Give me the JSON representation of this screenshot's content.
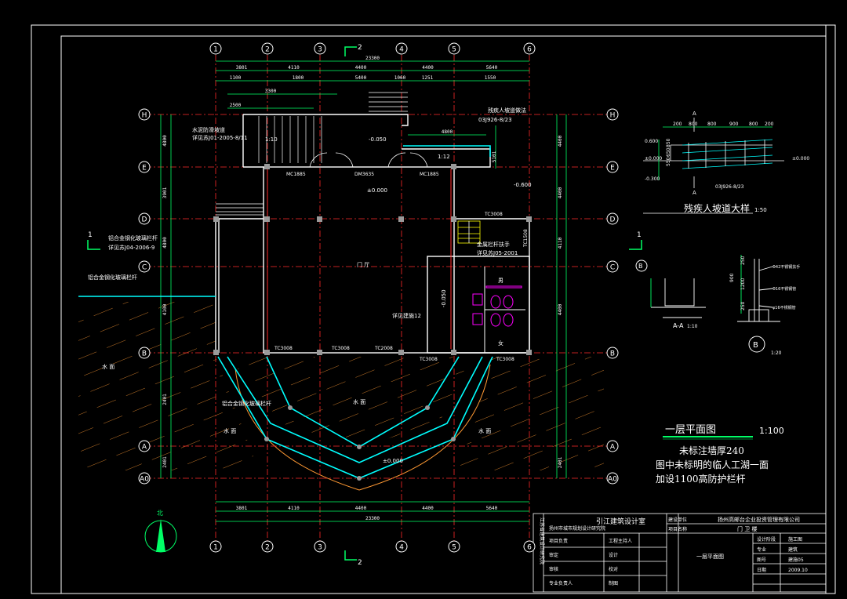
{
  "colors": {
    "background": "#000000",
    "axis": "#ff2a2a",
    "wall": "#ffffff",
    "dimension": "#00ff66",
    "text": "#ffffff",
    "glass": "#00ffff",
    "water_hatch": "#ff9933",
    "fixtures": "#ff00ff",
    "column": "#9a9a9a",
    "yellow": "#ffff00"
  },
  "grid": {
    "columns": [
      "1",
      "2",
      "3",
      "4",
      "5",
      "6"
    ],
    "rows": [
      "H",
      "E",
      "D",
      "C",
      "B",
      "A",
      "A0"
    ]
  },
  "dimensions": {
    "overall": "23300",
    "top_row1": [
      "3801",
      "4110",
      "4400",
      "4400",
      "5640"
    ],
    "top_row2": [
      "1100",
      "1800",
      "5400",
      "1060",
      "1251",
      "1550"
    ],
    "left_col": [
      "4800",
      "3901",
      "4800",
      "4100",
      "2401",
      "2401"
    ],
    "right_col": [
      "4400",
      "4400",
      "4110",
      "4400",
      "2401"
    ],
    "bottom_row": [
      "3801",
      "4110",
      "4400",
      "4400",
      "5640"
    ],
    "step_dims": [
      "3300",
      "2500",
      "4800",
      "5101"
    ]
  },
  "plan_labels": {
    "hall": "门 厅",
    "water_left": "水 面",
    "water_center": "水 面",
    "water_right": "水 面",
    "water_lower_left": "水 面",
    "elev_upper": "-0.050",
    "elev_hall": "±0.000",
    "elev_right": "-0.600",
    "elev_wc": "-0.050",
    "elev_bottom": "±0.000",
    "door_1": "MC1885",
    "door_2": "DM3635",
    "door_3": "MC1885",
    "window_top": "TC3008",
    "window_b1": "TC3008",
    "window_b2": "TC3008",
    "window_b3": "TC2008",
    "window_b4": "TC3008",
    "window_side": "TC1508",
    "ramp_slope_1": "1:10",
    "ramp_slope_2": "1:12",
    "note_ramp": "残疾人坡道做法",
    "note_ramp_ref": "03J926-8/23",
    "note_stair": "水泥防滑坡道",
    "note_stair_ref": "详见苏J01-2005-8/11",
    "note_rail": "铝合金钢化玻璃栏杆",
    "note_rail_ref": "详见苏J04-2006-9",
    "note_rail2": "铝合金钢化玻璃栏杆",
    "note_rail3": "铝合金钢化玻璃栏杆",
    "note_stair2": "金属栏杆扶手",
    "note_stair2_ref": "详见苏J05-2001",
    "note_wc": "详见建施12",
    "wc_male": "男",
    "wc_female": "女",
    "section_mark": "1",
    "section_mark_top": "2",
    "section_mark_bottom": "2",
    "north": "北"
  },
  "detail": {
    "title": "残疾人坡道大样",
    "title_scale": "1:50",
    "dims": [
      "200",
      "800",
      "800",
      "900",
      "800",
      "200"
    ],
    "elev_a": "0.600",
    "elev_b": "±0.000",
    "elev_c": "-0.300",
    "elev_d": "±0.000",
    "heights": [
      "850",
      "650",
      "550"
    ],
    "ref": "03J926-8/23",
    "section_title": "A-A",
    "section_scale": "1:10",
    "section_b_scale": "1:20",
    "section_b_dims": [
      "250",
      "1200",
      "250"
    ],
    "section_b_total": "900",
    "b_labels": [
      "Φ42不锈钢扶手",
      "Φ16不锈钢管",
      "φ16不锈钢管"
    ],
    "marker_a": "A",
    "marker_b": "B"
  },
  "title_block_plan": {
    "title": "一层平面图",
    "scale": "1:100"
  },
  "notes": [
    "未标注墙厚240",
    "图中未标明的临人工湖一面",
    "加设1100高防护栏杆"
  ],
  "title_block": {
    "vertical_text": "江苏省建筑设计研究院",
    "institute_1": "扬州市城市规划设计研究院",
    "institute_2": "引江建筑设计室",
    "rows_left": [
      "项目负责",
      "审定",
      "审核",
      "专业负责人"
    ],
    "rows_mid": [
      "工程主持人",
      "设计",
      "校对",
      "制图"
    ],
    "client_label": "建设单位",
    "project_label": "项目名称",
    "client": "扬州高邮台企业投资管理有限公司",
    "project": "门 卫 楼",
    "drawing": "一层平面图",
    "field_labels": [
      "设计阶段",
      "专业",
      "图号",
      "日期"
    ],
    "field_values": [
      "施工图",
      "建筑",
      "建施05",
      "2009.10"
    ]
  }
}
